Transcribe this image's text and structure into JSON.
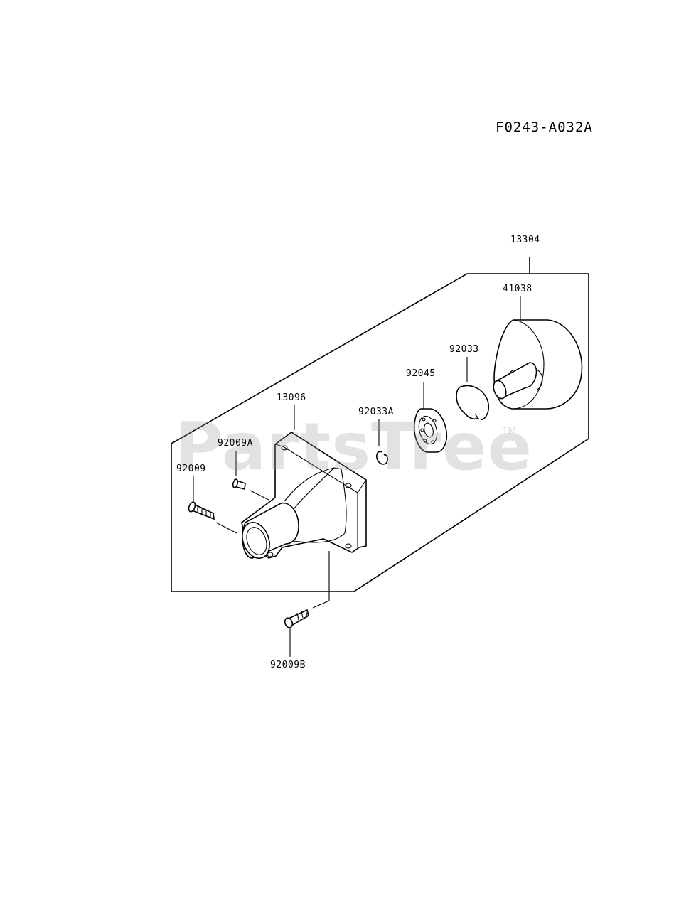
{
  "diagram_code": "F0243-A032A",
  "watermark": {
    "text": "PartsTree",
    "tm": "TM"
  },
  "parts": {
    "p13304": "13304",
    "p41038": "41038",
    "p92033": "92033",
    "p92045": "92045",
    "p92033A": "92033A",
    "p13096": "13096",
    "p92009A": "92009A",
    "p92009": "92009",
    "p92009B": "92009B"
  }
}
